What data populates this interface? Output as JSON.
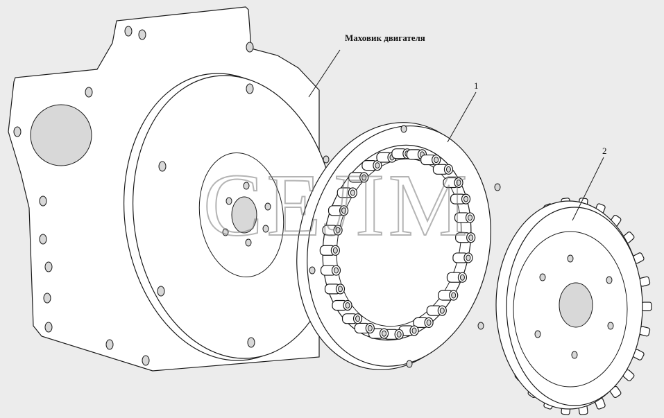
{
  "labels": {
    "flywheel": "Маховик двигателя",
    "part1": "1",
    "part2": "2"
  },
  "watermark": "СЕЛМ",
  "colors": {
    "background": "#ececec",
    "part_fill": "#ffffff",
    "hole_fill": "#d8d8d8",
    "stroke": "#1a1a1a"
  }
}
